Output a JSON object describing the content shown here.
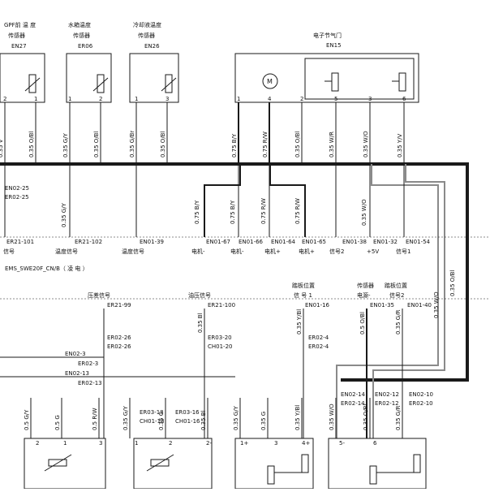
{
  "sensors": {
    "gpf": {
      "line1": "GPF前 温 度",
      "line2": "传感器",
      "code": "EN27"
    },
    "water": {
      "line1": "水箱温度",
      "line2": "传感器",
      "code": "ER06"
    },
    "coolant": {
      "line1": "冷却液温度",
      "line2": "传感器",
      "code": "EN26"
    },
    "throttle": {
      "line1": "电子节气门",
      "code": "EN15",
      "motor": "M"
    }
  },
  "pins_top": [
    "2",
    "1",
    "1",
    "2",
    "1",
    "3",
    "1",
    "4",
    "2",
    "5",
    "3",
    "6"
  ],
  "wires_top": [
    "0.35 V",
    "0.35 O/Bl",
    "0.35 G/Y",
    "0.35 O/Bl",
    "0.35 G/Br",
    "0.35 O/Bl",
    "0.75 B/Y",
    "0.75 R/W",
    "0.35 O/Bl",
    "0.35 W/R",
    "0.35 W/O",
    "0.35 Y/V"
  ],
  "wires_mid": [
    "0.35 G/Y",
    "0.75 B/Y",
    "0.75 B/Y",
    "0.75 R/W",
    "0.75 R/W",
    "0.35 W/O"
  ],
  "connectors_mid": [
    "EN02-25",
    "ER02-25"
  ],
  "ecu_pins": [
    "ER21-101",
    "ER21-102",
    "EN01-39",
    "EN01-67",
    "EN01-66",
    "EN01-64",
    "EN01-65",
    "EN01-38",
    "EN01-32",
    "EN01-54"
  ],
  "ecu_labels": [
    "信号",
    "温度信号",
    "温度信号",
    "电机-",
    "电机-",
    "电机+",
    "电机+",
    "信号2",
    "+5V",
    "信号1"
  ],
  "ecu_name": "EMS_SWE20F_CN/B（ 凌 电 ）",
  "wire_right": "0.35 W/O",
  "wire_far_right": "0.35 O/Bl",
  "lower_labels": {
    "pressure": "压差信号",
    "oil": "油压信号",
    "pedal1": {
      "l1": "踏板位置",
      "l2": "信 号 1"
    },
    "sensor_pwr": {
      "l1": "传感器",
      "l2": "电源-"
    },
    "pedal2": {
      "l1": "踏板位置",
      "l2": "信号2"
    }
  },
  "lower_pins": [
    "ER21-99",
    "ER21-100",
    "EN01-16",
    "EN01-35",
    "EN01-40"
  ],
  "lower_wires": [
    "0.35 Bl",
    "0.35 Y/Bl",
    "0.5 O/Bl",
    "0.35 G/R"
  ],
  "lower_connectors": {
    "c1": [
      "ER02-26",
      "ER02-26"
    ],
    "c2": [
      "ER03-20",
      "CH01-20"
    ],
    "c3": [
      "ER02-4",
      "ER02-4"
    ],
    "c4": [
      "EN02-3",
      "ER02-3"
    ],
    "c5": [
      "EN02-13",
      "ER02-13"
    ],
    "c6": [
      "ER03-18",
      "CH01-18"
    ],
    "c7": [
      "ER03-16",
      "CH01-16"
    ],
    "c8": [
      "EN02-14",
      "ER02-14"
    ],
    "c9": [
      "EN02-12",
      "ER02-12"
    ],
    "c10": [
      "EN02-10",
      "ER02-10"
    ]
  },
  "bottom_wires": [
    "0.5 G/Y",
    "0.5 G",
    "0.5 R/W",
    "0.35 G/Y",
    "0.35 G",
    "0.35 Bl",
    "0.35 G/Y",
    "0.35 G",
    "0.35 Y/Bl",
    "0.35 W/O",
    "0.35 O/Bl",
    "0.35 G/R"
  ],
  "bottom_pins": [
    "2",
    "1",
    "3",
    "1",
    "2",
    "2-",
    "1+",
    "3",
    "4+",
    "5-",
    "6"
  ]
}
